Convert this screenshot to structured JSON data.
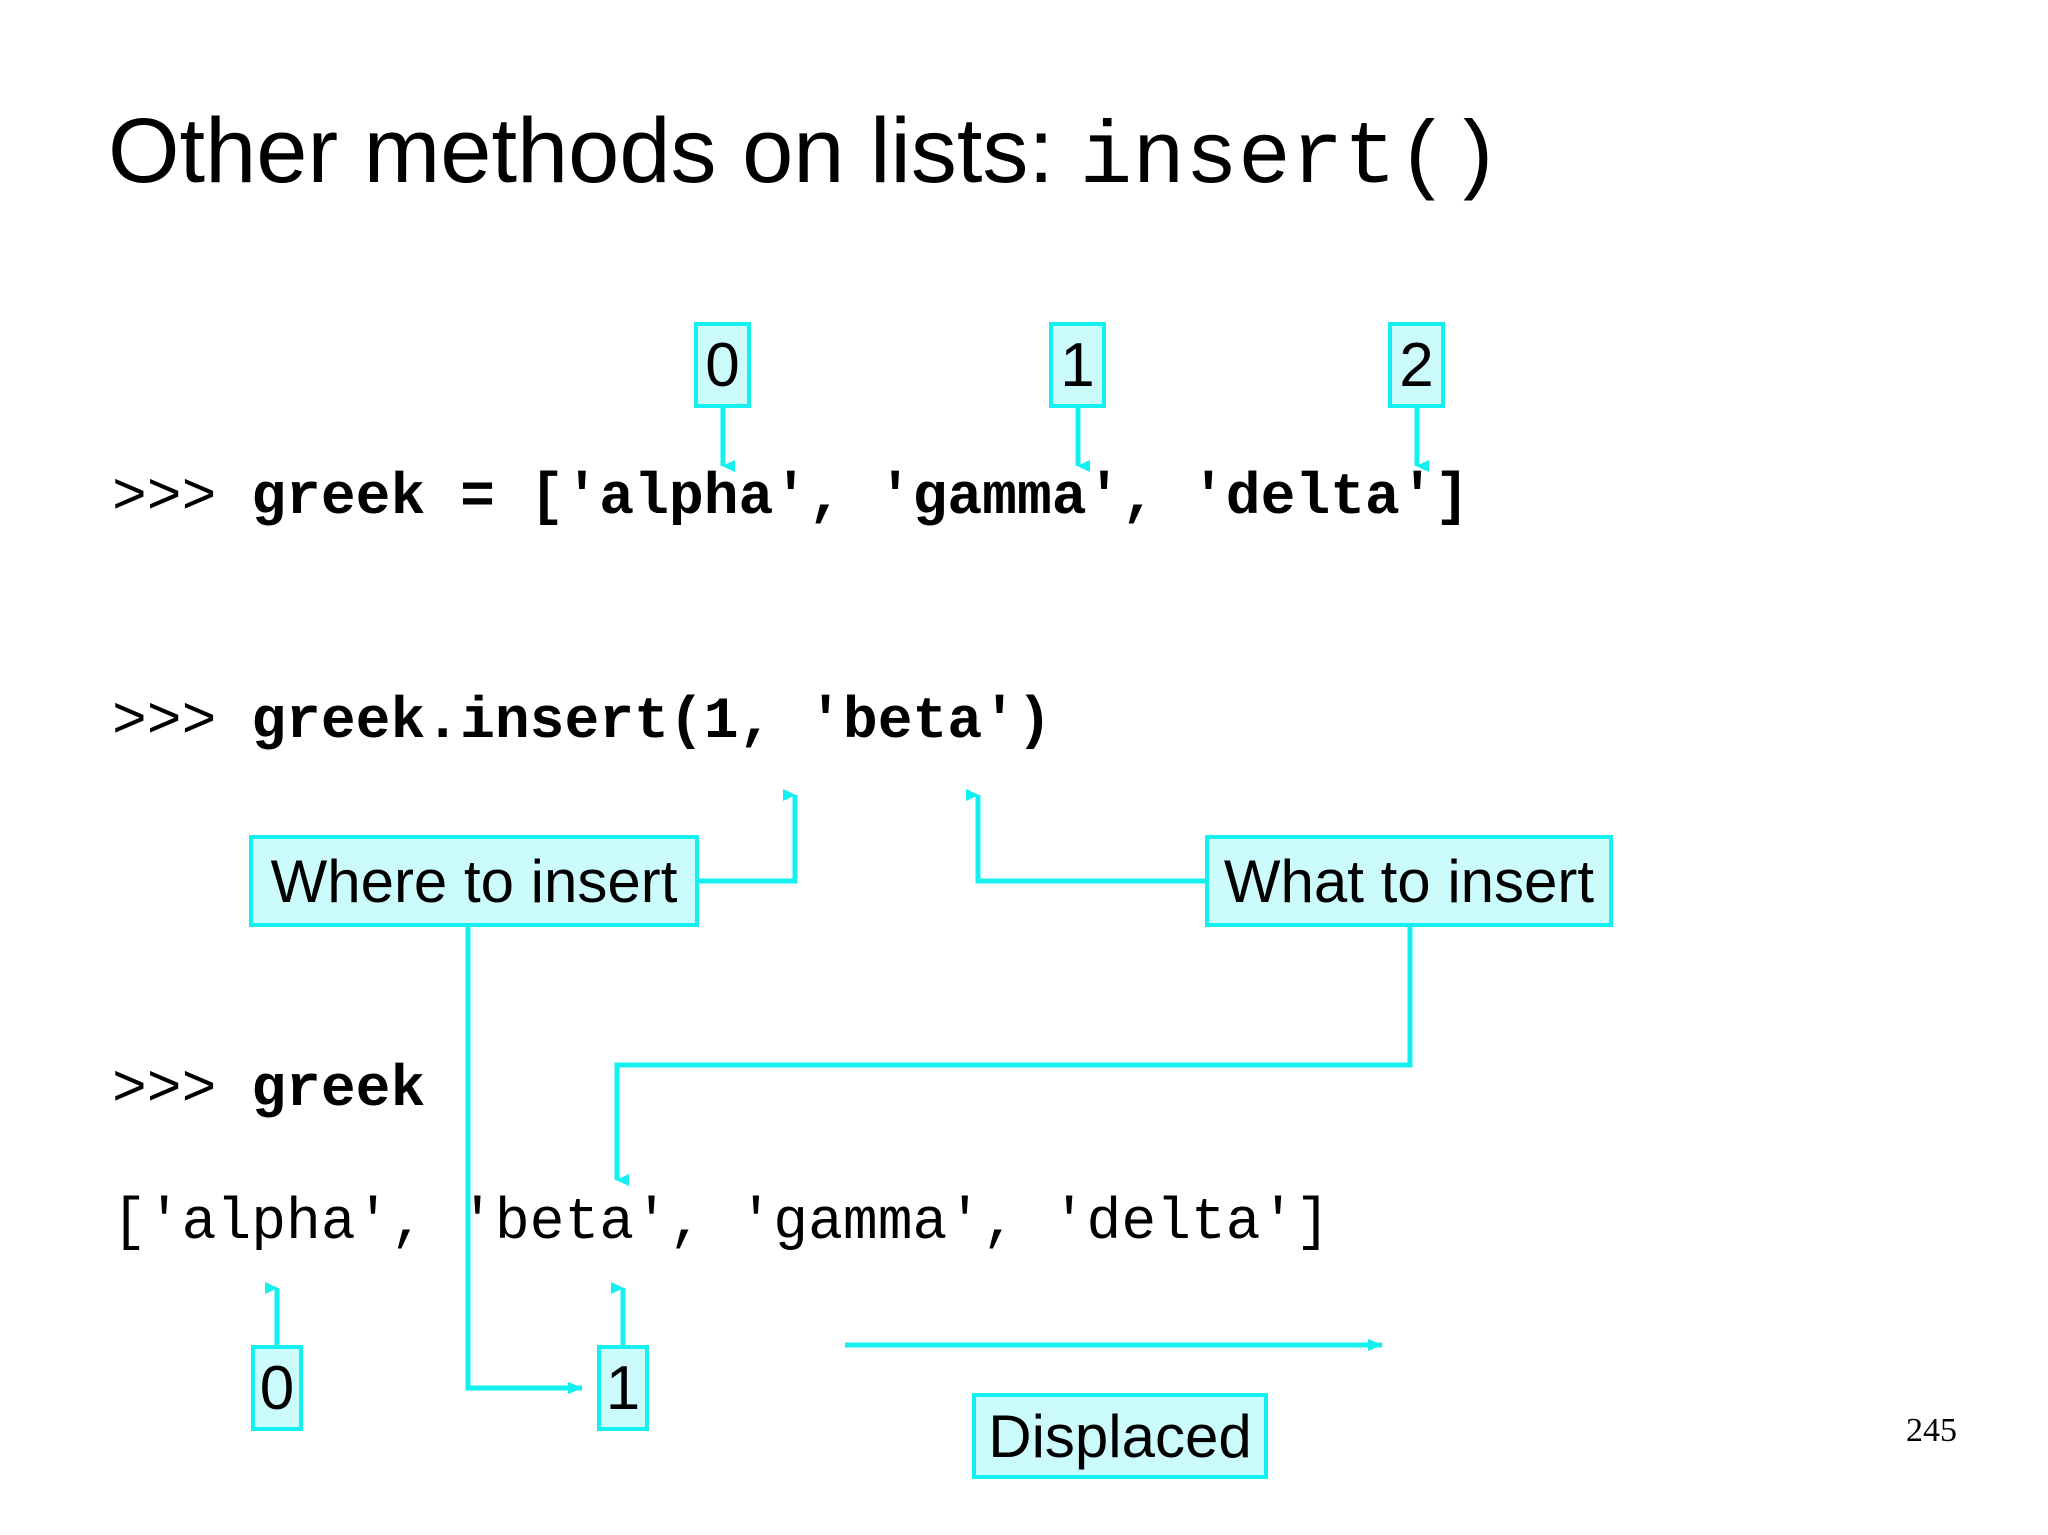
{
  "slide": {
    "title_text": "Other methods on lists: ",
    "title_mono": "insert()",
    "page_number": "245",
    "accent_color": "#14efef",
    "accent_fill": "#ccfbfb",
    "text_color": "#000000",
    "background": "#ffffff"
  },
  "code": {
    "assign": {
      "prompt": ">>> ",
      "source": "greek = ['alpha', 'gamma', 'delta']"
    },
    "insert": {
      "prompt": ">>> ",
      "source": "greek.insert(1, 'beta')"
    },
    "echo": {
      "prompt": ">>> ",
      "source": "greek"
    },
    "result": {
      "text": "['alpha', 'beta', 'gamma', 'delta']"
    }
  },
  "annotations": {
    "top_indices": [
      {
        "label": "0",
        "points_to": "'alpha'"
      },
      {
        "label": "1",
        "points_to": "'gamma'"
      },
      {
        "label": "2",
        "points_to": "'delta'"
      }
    ],
    "callouts": [
      {
        "label": "Where to insert",
        "points_to": "1"
      },
      {
        "label": "What to insert",
        "points_to": "'beta'"
      }
    ],
    "bottom_indices": [
      {
        "label": "0",
        "points_to": "'alpha'"
      },
      {
        "label": "1",
        "points_to": "'beta'"
      }
    ],
    "displaced": {
      "label": "Displaced"
    }
  }
}
